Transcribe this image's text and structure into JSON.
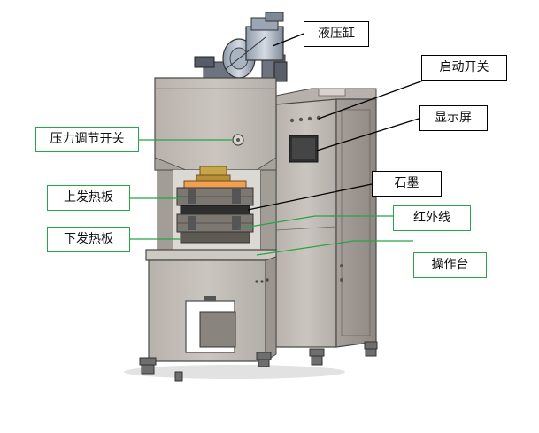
{
  "labels": {
    "hydraulic_cylinder": "液压缸",
    "start_switch": "启动开关",
    "display_screen": "显示屏",
    "pressure_adjust_switch": "压力调节开关",
    "graphite": "石墨",
    "upper_heating_plate": "上发热板",
    "infrared": "红外线",
    "lower_heating_plate": "下发热板",
    "worktable": "操作台"
  },
  "colors": {
    "machine_body": "#c5bfba",
    "machine_dark": "#9e9893",
    "frame_outline": "#4a4a4a",
    "callout_green": "#27a547",
    "callout_black": "#000000",
    "heating_plate_orange": "#f0a050",
    "ram_gold": "#c9a54a",
    "cylinder_blue": "#b4c0d0"
  }
}
